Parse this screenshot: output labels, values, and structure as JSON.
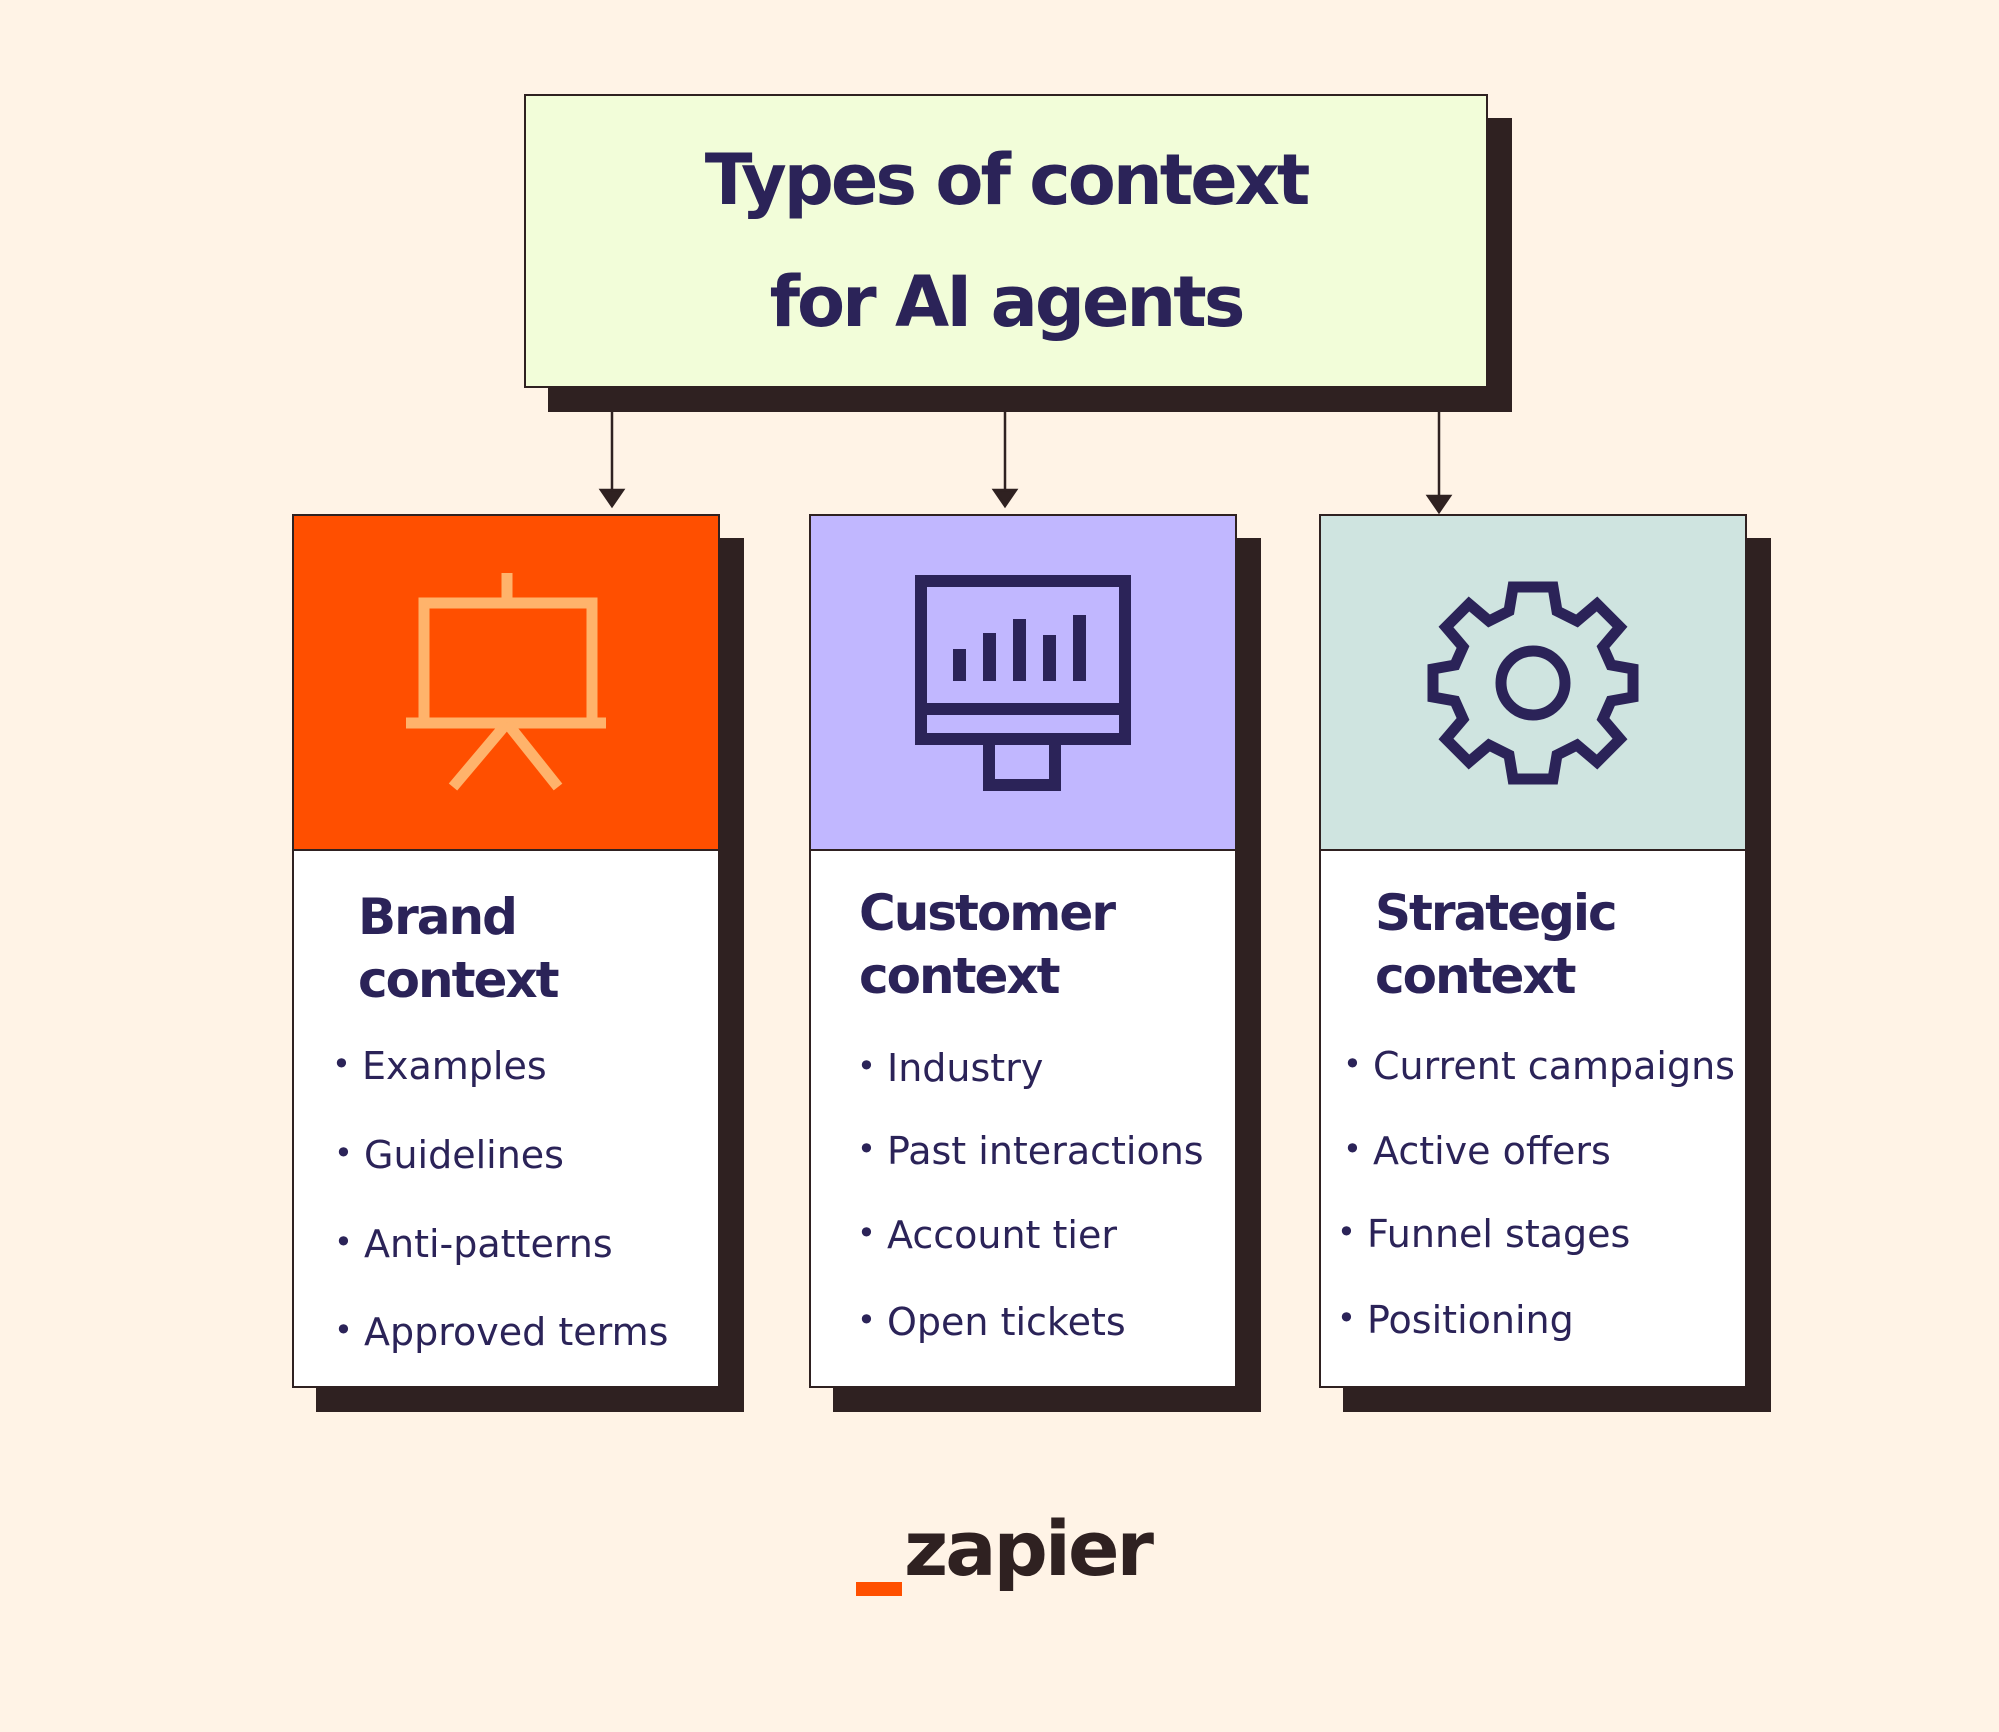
{
  "title": {
    "line1": "Types of context",
    "line2": "for  AI agents"
  },
  "cards": [
    {
      "heading_line1": "Brand",
      "heading_line2": "context",
      "icon": "presentation-board-icon",
      "color": "#ff4f00",
      "items": [
        "Examples",
        "Guidelines",
        "Anti-patterns",
        "Approved terms"
      ]
    },
    {
      "heading_line1": "Customer",
      "heading_line2": "context",
      "icon": "monitor-chart-icon",
      "color": "#c1b7ff",
      "items": [
        "Industry",
        "Past interactions",
        "Account tier",
        "Open tickets"
      ]
    },
    {
      "heading_line1": "Strategic",
      "heading_line2": "context",
      "icon": "gear-icon",
      "color": "#cfe4e0",
      "items": [
        "Current campaigns",
        "Active offers",
        "Funnel stages",
        "Positioning"
      ]
    }
  ],
  "brand": {
    "logo_text": "zapier",
    "accent": "#ff4f00"
  }
}
